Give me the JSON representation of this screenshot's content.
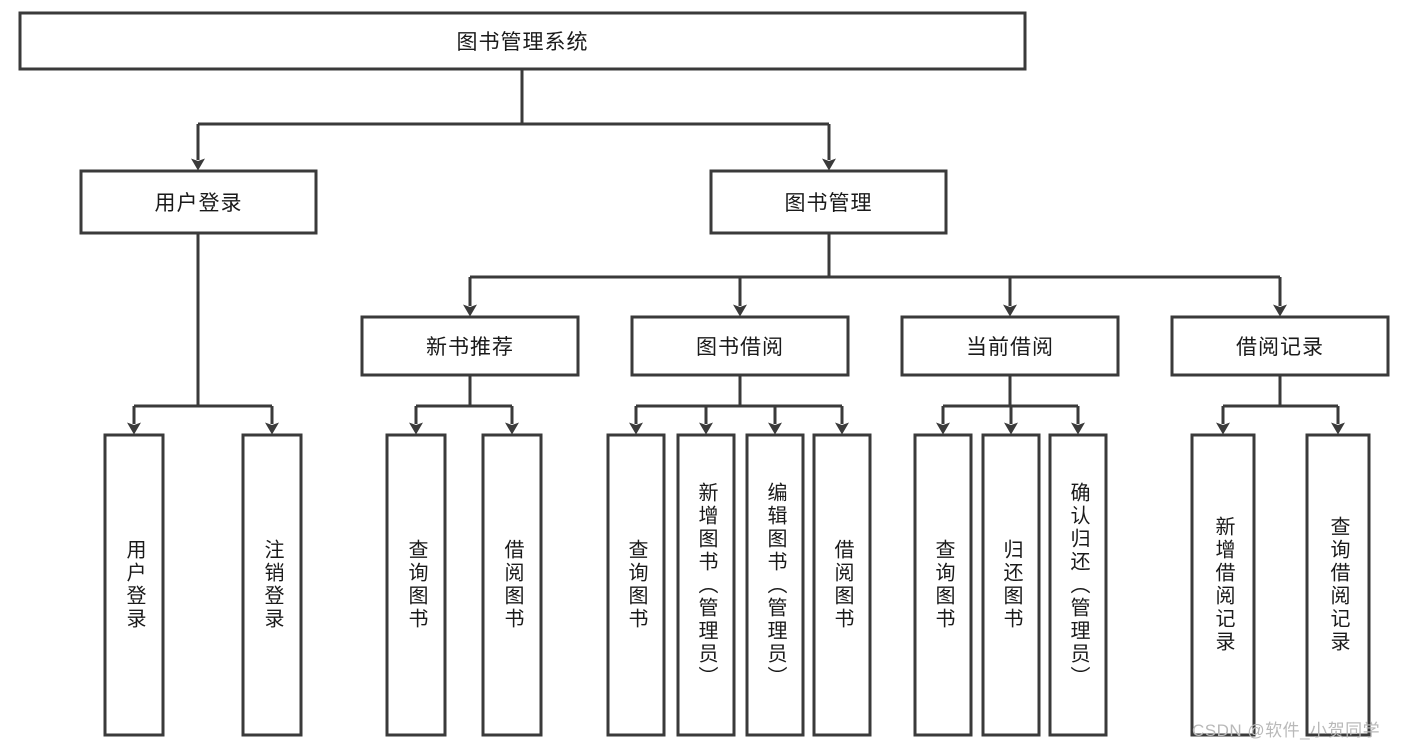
{
  "diagram": {
    "type": "tree-hierarchy",
    "title": "图书管理系统",
    "root": {
      "id": "root",
      "label": "图书管理系统",
      "orientation": "horizontal"
    },
    "level2": [
      {
        "id": "user-login",
        "label": "用户登录",
        "orientation": "horizontal"
      },
      {
        "id": "book-management",
        "label": "图书管理",
        "orientation": "horizontal"
      }
    ],
    "level3": [
      {
        "id": "new-book-recommend",
        "label": "新书推荐",
        "orientation": "horizontal",
        "parent": "book-management"
      },
      {
        "id": "book-borrow",
        "label": "图书借阅",
        "orientation": "horizontal",
        "parent": "book-management"
      },
      {
        "id": "current-borrow",
        "label": "当前借阅",
        "orientation": "horizontal",
        "parent": "book-management"
      },
      {
        "id": "borrow-record",
        "label": "借阅记录",
        "orientation": "horizontal",
        "parent": "book-management"
      }
    ],
    "leaves": [
      {
        "id": "leaf-user-login",
        "label": "用户登录",
        "orientation": "vertical",
        "parent": "user-login"
      },
      {
        "id": "leaf-logout-login",
        "label": "注销登录",
        "orientation": "vertical",
        "parent": "user-login"
      },
      {
        "id": "leaf-query-book-1",
        "label": "查询图书",
        "orientation": "vertical",
        "parent": "new-book-recommend"
      },
      {
        "id": "leaf-borrow-book-1",
        "label": "借阅图书",
        "orientation": "vertical",
        "parent": "new-book-recommend"
      },
      {
        "id": "leaf-query-book-2",
        "label": "查询图书",
        "orientation": "vertical",
        "parent": "book-borrow"
      },
      {
        "id": "leaf-add-book-admin",
        "label": "新增图书（管理员）",
        "orientation": "vertical",
        "parent": "book-borrow"
      },
      {
        "id": "leaf-edit-book-admin",
        "label": "编辑图书（管理员）",
        "orientation": "vertical",
        "parent": "book-borrow"
      },
      {
        "id": "leaf-borrow-book-2",
        "label": "借阅图书",
        "orientation": "vertical",
        "parent": "book-borrow"
      },
      {
        "id": "leaf-query-book-3",
        "label": "查询图书",
        "orientation": "vertical",
        "parent": "current-borrow"
      },
      {
        "id": "leaf-return-book",
        "label": "归还图书",
        "orientation": "vertical",
        "parent": "current-borrow"
      },
      {
        "id": "leaf-confirm-return-admin",
        "label": "确认归还（管理员）",
        "orientation": "vertical",
        "parent": "current-borrow"
      },
      {
        "id": "leaf-add-borrow-record",
        "label": "新增借阅记录",
        "orientation": "vertical",
        "parent": "borrow-record"
      },
      {
        "id": "leaf-query-borrow-record",
        "label": "查询借阅记录",
        "orientation": "vertical",
        "parent": "borrow-record"
      }
    ],
    "colors": {
      "stroke": "#3a3a3a",
      "box_fill": "#ffffff",
      "text": "#1a1a1a",
      "background": "#ffffff",
      "watermark": "#b9b9b9"
    }
  },
  "watermark": {
    "text": "CSDN @软件_小贺同学"
  }
}
